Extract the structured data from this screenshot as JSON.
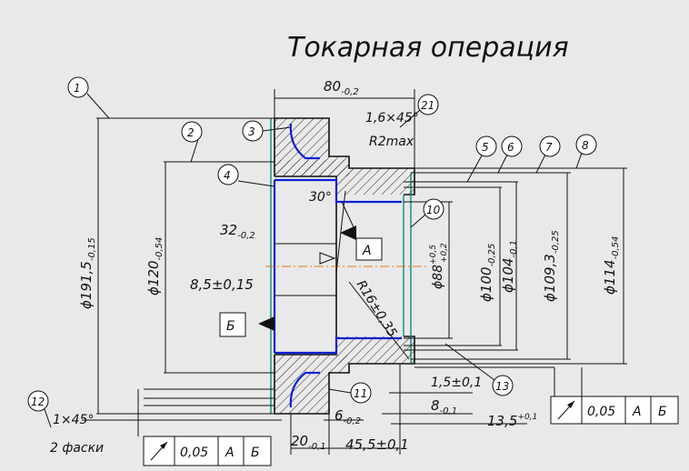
{
  "title": "Токарная операция",
  "callouts": [
    "1",
    "2",
    "3",
    "4",
    "5",
    "6",
    "7",
    "8",
    "10",
    "11",
    "12",
    "13",
    "21"
  ],
  "dimensions": {
    "d80_main": "80",
    "d80_tol": "-0,2",
    "chamfer_top": "1,6×45°",
    "r2max": "R2max",
    "angle30": "30°",
    "d32_main": "32",
    "d32_tol": "-0,2",
    "d85": "8,5±0,15",
    "r16": "R16±0,35",
    "d1915_main": "ϕ191,5",
    "d1915_tol": "-0,15",
    "d120_main": "ϕ120",
    "d120_tol": "-0,54",
    "d88_main": "ϕ88",
    "d88_tol_up": "+0,5",
    "d88_tol_dn": "+0,2",
    "d100_main": "ϕ100",
    "d100_tol": "-0,25",
    "d104_main": "ϕ104",
    "d104_tol": "-0,1",
    "d1093_main": "ϕ109,3",
    "d1093_tol": "-0,25",
    "d114_main": "ϕ114",
    "d114_tol": "-0,54",
    "d15": "1,5±0,1",
    "d8_main": "8",
    "d8_tol": "-0,1",
    "d135_main": "13,5",
    "d135_tol": "+0,1",
    "d6_main": "6",
    "d6_tol": "-0,2",
    "d20_main": "20",
    "d20_tol": "-0,1",
    "d455": "45,5±0,1",
    "chamfer_bottom": "1×45°",
    "faski": "2 фаски"
  },
  "datums": {
    "a": "А",
    "b": "Б"
  },
  "tolerance_frames": [
    {
      "value": "0,05",
      "ref1": "А",
      "ref2": "Б"
    },
    {
      "value": "0,05",
      "ref1": "А",
      "ref2": "Б"
    }
  ],
  "colors": {
    "background": "#e9e9e9",
    "contour": "#0b1fd6",
    "secondary": "#0e8a7a",
    "axis": "#e07a1a",
    "lines": "#111111"
  }
}
